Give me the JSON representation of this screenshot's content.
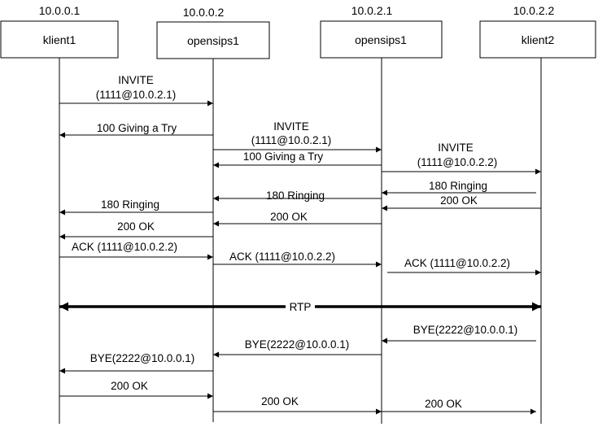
{
  "participants": [
    {
      "id": "klient1",
      "address": "10.0.0.1",
      "name": "klient1"
    },
    {
      "id": "opensips1-a",
      "address": "10.0.0.2",
      "name": "opensips1"
    },
    {
      "id": "opensips1-b",
      "address": "10.0.2.1",
      "name": "opensips1"
    },
    {
      "id": "klient2",
      "address": "10.0.2.2",
      "name": "klient2"
    }
  ],
  "messages": [
    {
      "from": 0,
      "to": 1,
      "lines": [
        "INVITE",
        "(1111@10.0.2.1)"
      ]
    },
    {
      "from": 1,
      "to": 0,
      "lines": [
        "100 Giving a Try"
      ]
    },
    {
      "from": 1,
      "to": 2,
      "lines": [
        "INVITE",
        "(1111@10.0.2.1)"
      ]
    },
    {
      "from": 2,
      "to": 1,
      "lines": [
        "100 Giving a Try"
      ]
    },
    {
      "from": 2,
      "to": 3,
      "lines": [
        "INVITE",
        "(1111@10.0.2.2)"
      ]
    },
    {
      "from": 3,
      "to": 2,
      "lines": [
        "180 Ringing"
      ]
    },
    {
      "from": 3,
      "to": 2,
      "lines": [
        "200 OK"
      ]
    },
    {
      "from": 2,
      "to": 1,
      "lines": [
        "180 Ringing"
      ]
    },
    {
      "from": 1,
      "to": 0,
      "lines": [
        "180 Ringing"
      ]
    },
    {
      "from": 2,
      "to": 1,
      "lines": [
        "200 OK"
      ]
    },
    {
      "from": 1,
      "to": 0,
      "lines": [
        "200 OK"
      ]
    },
    {
      "from": 0,
      "to": 1,
      "lines": [
        "ACK (1111@10.0.2.2)"
      ]
    },
    {
      "from": 1,
      "to": 2,
      "lines": [
        "ACK (1111@10.0.2.2)"
      ]
    },
    {
      "from": 2,
      "to": 3,
      "lines": [
        "ACK (1111@10.0.2.2)"
      ]
    },
    {
      "from": 0,
      "to": 3,
      "lines": [
        "RTP"
      ],
      "bidirectional": true
    },
    {
      "from": 3,
      "to": 2,
      "lines": [
        "BYE(2222@10.0.0.1)"
      ]
    },
    {
      "from": 2,
      "to": 1,
      "lines": [
        "BYE(2222@10.0.0.1)"
      ]
    },
    {
      "from": 1,
      "to": 0,
      "lines": [
        "BYE(2222@10.0.0.1)"
      ]
    },
    {
      "from": 0,
      "to": 1,
      "lines": [
        "200 OK"
      ]
    },
    {
      "from": 1,
      "to": 2,
      "lines": [
        "200 OK"
      ]
    },
    {
      "from": 2,
      "to": 3,
      "lines": [
        "200 OK"
      ]
    }
  ]
}
